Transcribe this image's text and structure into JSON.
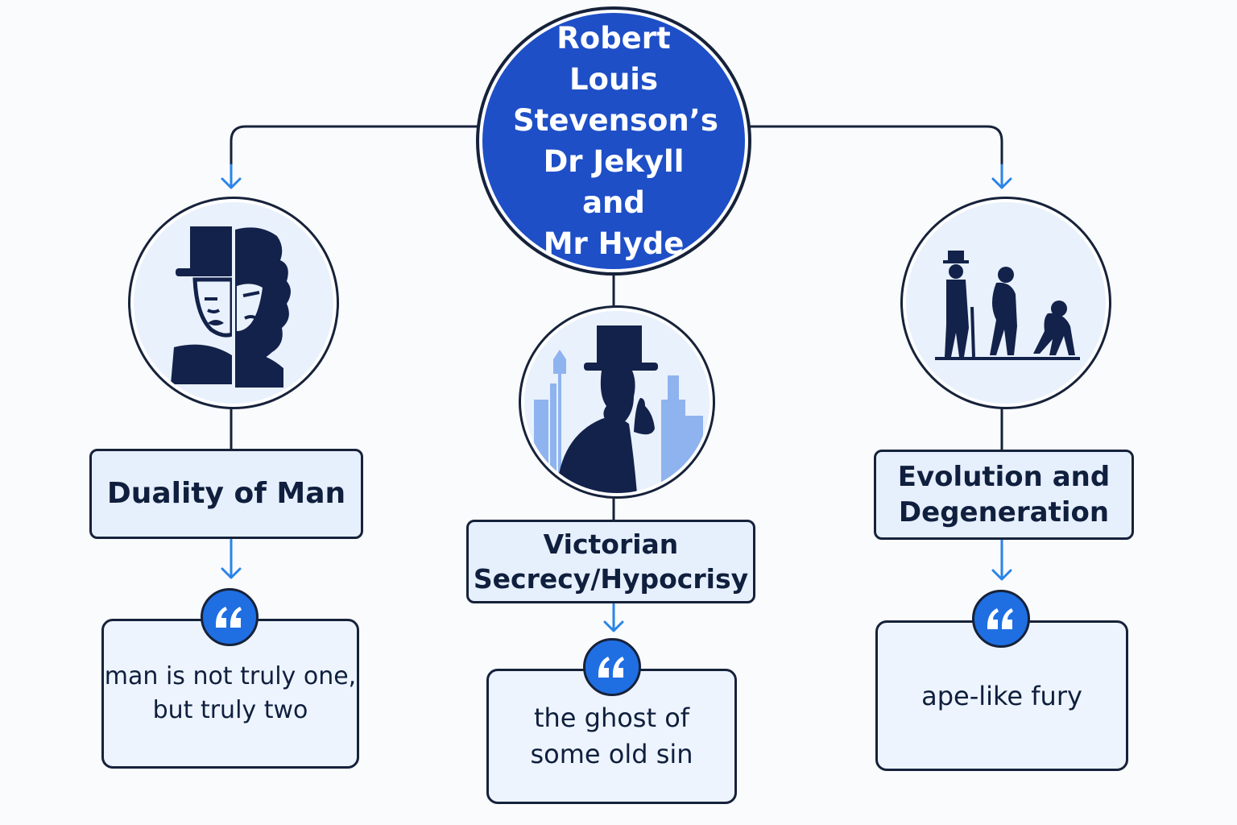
{
  "center": {
    "title": "Robert Louis\nStevenson’s\nDr Jekyll and\nMr Hyde"
  },
  "themes": [
    {
      "id": "duality",
      "label": "Duality of Man",
      "icon": "jekyll-hyde-split-face-icon",
      "quote": "man is not truly one,\nbut truly two",
      "quote_icon": "quotation-mark-icon"
    },
    {
      "id": "victorian",
      "label": "Victorian\nSecrecy/Hypocrisy",
      "icon": "victorian-gentleman-silhouette-icon",
      "quote": "the ghost of\nsome old sin",
      "quote_icon": "quotation-mark-icon"
    },
    {
      "id": "evolution",
      "label": "Evolution and\nDegeneration",
      "icon": "evolution-silhouettes-icon",
      "quote": "ape-like fury",
      "quote_icon": "quotation-mark-icon"
    }
  ],
  "colors": {
    "center_fill": "#1e4fc7",
    "outline": "#16223a",
    "arrow": "#2a84e8",
    "box_fill": "#e6effc",
    "icon_fill": "#13224a",
    "icon_accent": "#8fb3ee",
    "badge_fill": "#1f6fe3"
  }
}
